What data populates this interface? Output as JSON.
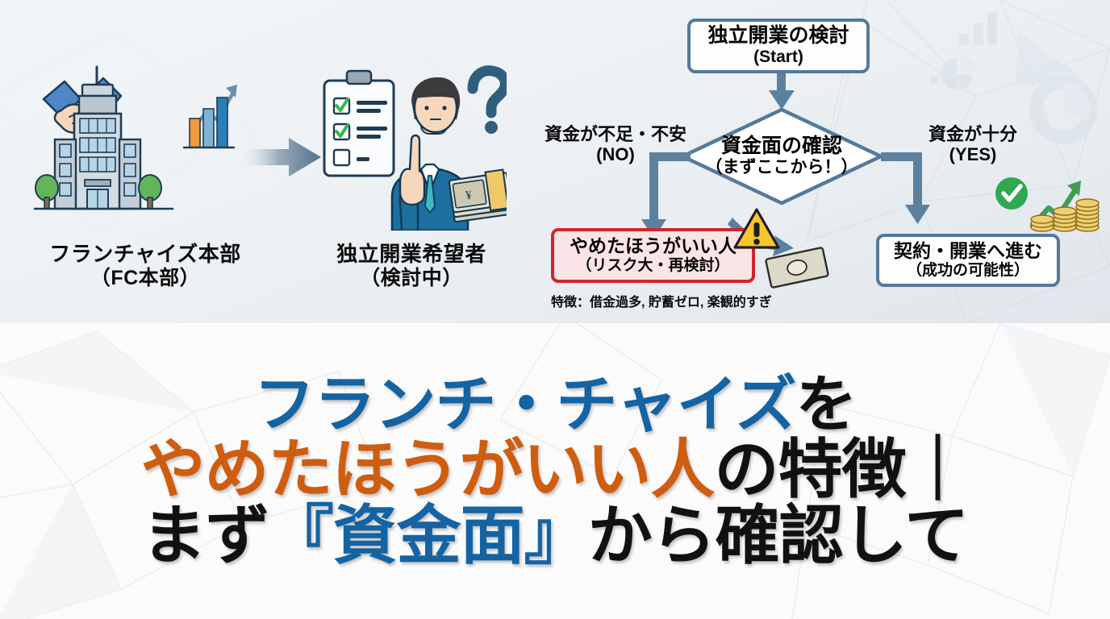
{
  "top": {
    "left_illustration": {
      "hq": {
        "icons": [
          "handshake-icon",
          "office-building-icon",
          "growth-chart-icon"
        ],
        "caption_line1": "フランチャイズ本部",
        "caption_line2": "（FC本部）"
      },
      "arrow": {
        "icon": "right-arrow-icon"
      },
      "candidate": {
        "icons": [
          "clipboard-checklist-icon",
          "businessman-icon",
          "question-mark-icon",
          "cash-bundle-icon"
        ],
        "caption_line1": "独立開業希望者",
        "caption_line2": "（検討中）"
      }
    },
    "flowchart": {
      "start": {
        "line1": "独立開業の検討",
        "line2": "(Start)"
      },
      "decision": {
        "line1": "資金面の確認",
        "line2": "（まずここから！）"
      },
      "branch_no": {
        "line1": "資金が不足・不安",
        "line2": "(NO)"
      },
      "branch_yes": {
        "line1": "資金が十分",
        "line2": "(YES)"
      },
      "outcome_bad": {
        "line1": "やめたほうがいい人",
        "line2": "（リスク大・再検討）",
        "icons": [
          "warning-triangle-icon",
          "falling-money-icon",
          "down-arrow-icon"
        ]
      },
      "outcome_good": {
        "line1": "契約・開業へ進む",
        "line2": "（成功の可能性）",
        "icons": [
          "green-check-icon",
          "up-trend-arrow-icon",
          "coin-stacks-icon"
        ]
      },
      "note": "特徴：借金過多, 貯蓄ゼロ, 楽観的すぎ"
    }
  },
  "bottom": {
    "title": {
      "line1": {
        "blue": "フランチ・チャイズ",
        "black": "を"
      },
      "line2": {
        "orange": "やめたほうがいい人",
        "black": "の特徴｜"
      },
      "line3": {
        "black_pre": "まず",
        "blue": "『資金面』",
        "black_post": "から確認して"
      }
    }
  },
  "colors": {
    "title_blue": "#1463a3",
    "title_orange": "#cf5d10",
    "title_black": "#111111",
    "flow_border": "#55799a",
    "danger_border": "#d5232b",
    "danger_fill": "#fbe4e6",
    "success_green": "#2fa84f",
    "warning_yellow": "#f5c518"
  }
}
